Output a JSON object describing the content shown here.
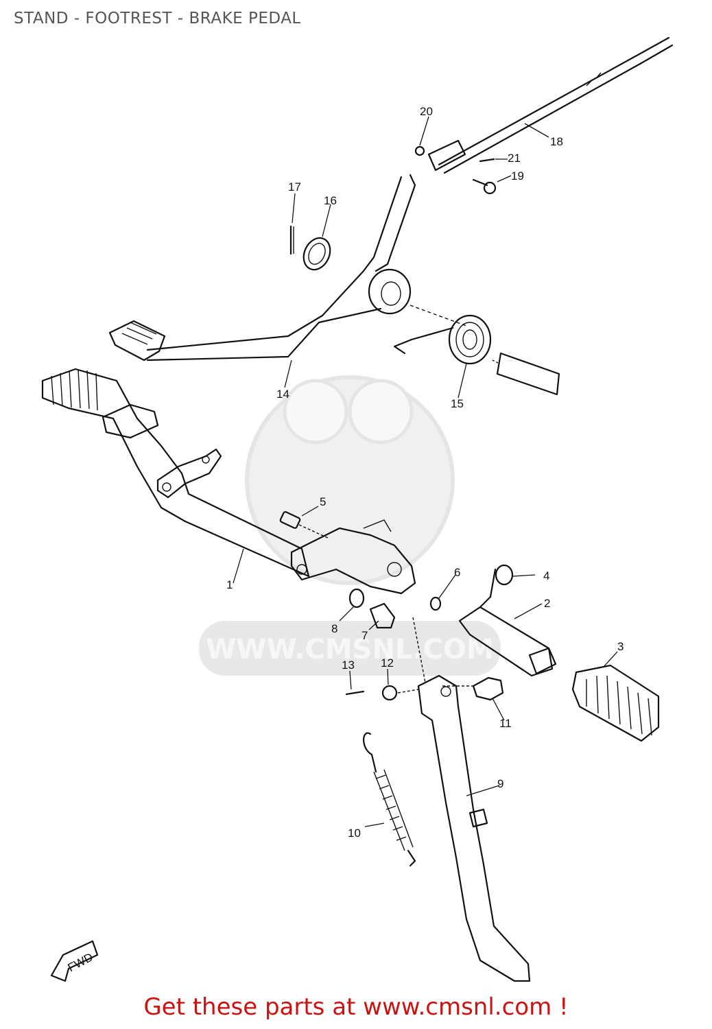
{
  "title": "STAND - FOOTREST - BRAKE PEDAL",
  "watermark": "WWW.CMSNL.COM",
  "footer": "Get these parts at www.cmsnl.com !",
  "colors": {
    "title": "#555555",
    "footer": "#cc1111",
    "watermark": "#d9d9d9",
    "line": "#111111"
  },
  "labels": {
    "p1": "1",
    "p2": "2",
    "p3": "3",
    "p4": "4",
    "p5": "5",
    "p6": "6",
    "p7": "7",
    "p8": "8",
    "p9": "9",
    "p10": "10",
    "p11": "11",
    "p12": "12",
    "p13": "13",
    "p14": "14",
    "p15": "15",
    "p16": "16",
    "p17": "17",
    "p18": "18",
    "p19": "19",
    "p20": "20",
    "p21": "21"
  },
  "fwd_marker": "FWD"
}
